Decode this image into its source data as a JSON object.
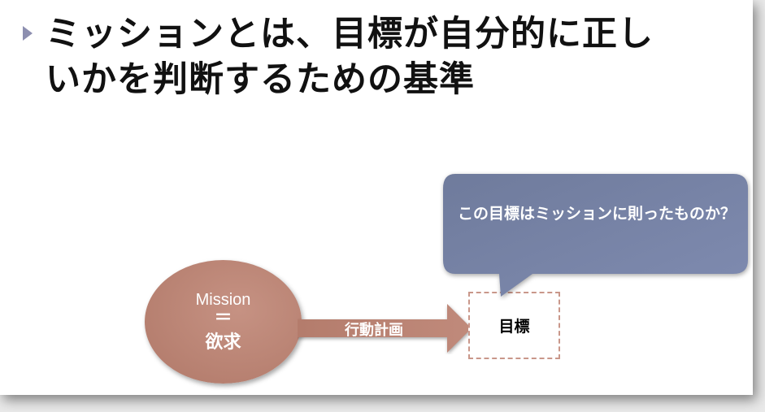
{
  "title": {
    "line1": "ミッションとは、目標が自分的に正し",
    "line2": "いかを判断するための基準"
  },
  "mission": {
    "label": "Mission",
    "equals": "＝",
    "desire": "欲求"
  },
  "arrow": {
    "label": "行動計画"
  },
  "goal": {
    "label": "目標"
  },
  "callout": {
    "text": "この目標はミッションに則ったものか？"
  },
  "colors": {
    "ellipse": "#b98070",
    "callout": "#7783a6",
    "bullet": "#8d8fb0"
  }
}
